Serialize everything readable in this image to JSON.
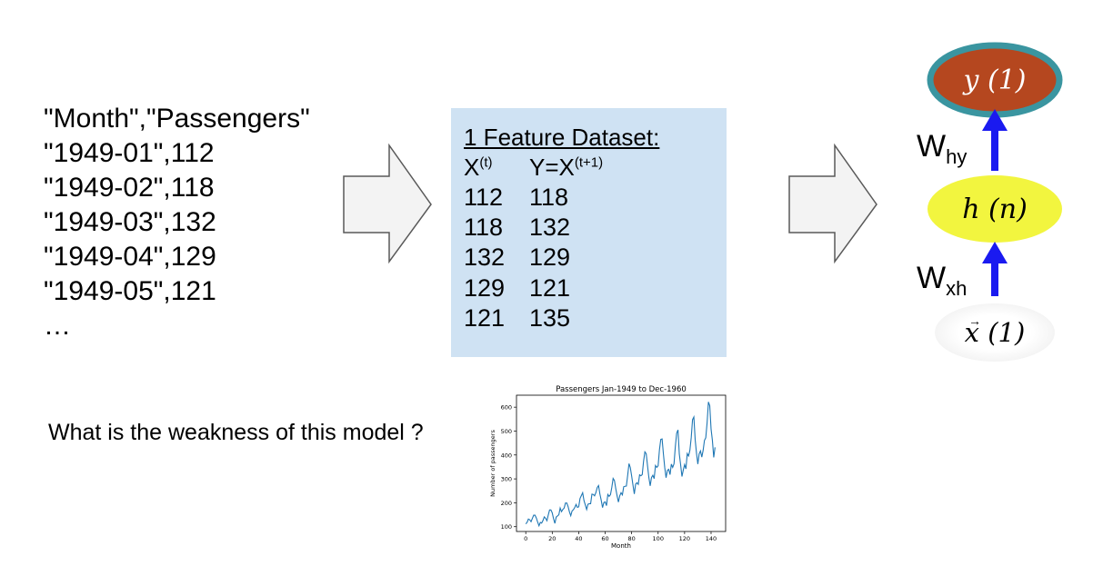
{
  "csv": {
    "lines": [
      "\"Month\",\"Passengers\"",
      "\"1949-01\",112",
      "\"1949-02\",118",
      "\"1949-03\",132",
      "\"1949-04\",129",
      "\"1949-05\",121",
      "…"
    ]
  },
  "dataset": {
    "title": "1 Feature Dataset:",
    "col1_base": "X",
    "col1_sup": "(t)",
    "col2_base": "Y=X",
    "col2_sup": "(t+1)",
    "rows": [
      [
        "112",
        "118"
      ],
      [
        "118",
        "132"
      ],
      [
        "132",
        "129"
      ],
      [
        "129",
        "121"
      ],
      [
        "121",
        "135"
      ]
    ]
  },
  "network": {
    "output_label": "y (1)",
    "hidden_label": "h (n)",
    "input_label": "x (1)",
    "w_hy_base": "W",
    "w_hy_sub": "hy",
    "w_xh_base": "W",
    "w_xh_sub": "xh",
    "colors": {
      "output_fill": "#b5471f",
      "output_ring": "#3a95a0",
      "hidden_fill": "#f2f53f",
      "arrow": "#1a1af0"
    }
  },
  "question": "What is the weakness of this model ?",
  "chart_data": {
    "type": "line",
    "title": "Passengers Jan-1949 to Dec-1960",
    "xlabel": "Month",
    "ylabel": "Number of passengers",
    "xlim": [
      -7,
      151
    ],
    "ylim": [
      80,
      650
    ],
    "xticks": [
      0,
      20,
      40,
      60,
      80,
      100,
      120,
      140
    ],
    "yticks": [
      100,
      200,
      300,
      400,
      500,
      600
    ],
    "line_color": "#1f77b4",
    "series": [
      {
        "values": [
          112,
          118,
          132,
          129,
          121,
          135,
          148,
          148,
          136,
          119,
          104,
          118,
          115,
          126,
          141,
          135,
          125,
          149,
          170,
          170,
          158,
          133,
          114,
          140,
          145,
          150,
          178,
          163,
          172,
          178,
          199,
          199,
          184,
          162,
          146,
          166,
          171,
          180,
          193,
          181,
          183,
          218,
          230,
          242,
          209,
          191,
          172,
          194,
          196,
          196,
          236,
          235,
          229,
          243,
          264,
          272,
          237,
          211,
          180,
          201,
          204,
          188,
          235,
          227,
          234,
          264,
          302,
          293,
          259,
          229,
          203,
          229,
          242,
          233,
          267,
          269,
          270,
          315,
          364,
          347,
          312,
          274,
          237,
          278,
          284,
          277,
          317,
          313,
          318,
          374,
          413,
          405,
          355,
          306,
          271,
          306,
          315,
          301,
          356,
          348,
          355,
          422,
          465,
          467,
          404,
          347,
          305,
          336,
          340,
          318,
          362,
          348,
          363,
          435,
          491,
          505,
          404,
          359,
          310,
          337,
          360,
          342,
          406,
          396,
          420,
          472,
          548,
          559,
          463,
          407,
          362,
          405,
          417,
          391,
          419,
          461,
          472,
          535,
          622,
          606,
          508,
          461,
          390,
          432
        ]
      }
    ]
  }
}
